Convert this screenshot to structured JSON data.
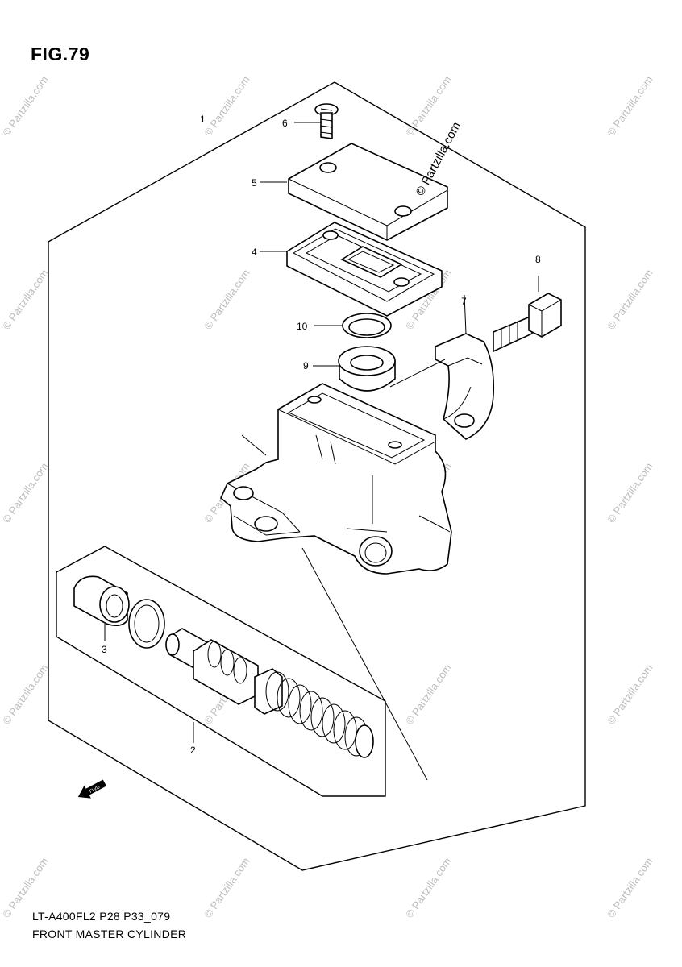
{
  "figure": {
    "title": "FIG.79",
    "footer_code": "LT-A400FL2 P28 P33_079",
    "footer_name": "FRONT MASTER CYLINDER"
  },
  "watermark": {
    "text": "© Partzilla.com"
  },
  "callouts": [
    {
      "id": "1",
      "label": "1"
    },
    {
      "id": "2",
      "label": "2"
    },
    {
      "id": "3",
      "label": "3"
    },
    {
      "id": "4",
      "label": "4"
    },
    {
      "id": "5",
      "label": "5"
    },
    {
      "id": "6",
      "label": "6"
    },
    {
      "id": "7",
      "label": "7"
    },
    {
      "id": "8",
      "label": "8"
    },
    {
      "id": "9",
      "label": "9"
    },
    {
      "id": "10",
      "label": "10"
    }
  ],
  "direction_tag": {
    "text": "FWD",
    "icon": "forward-arrow-icon"
  },
  "colors": {
    "line": "#000000",
    "watermark": "#bdbdbd",
    "background": "#ffffff"
  }
}
